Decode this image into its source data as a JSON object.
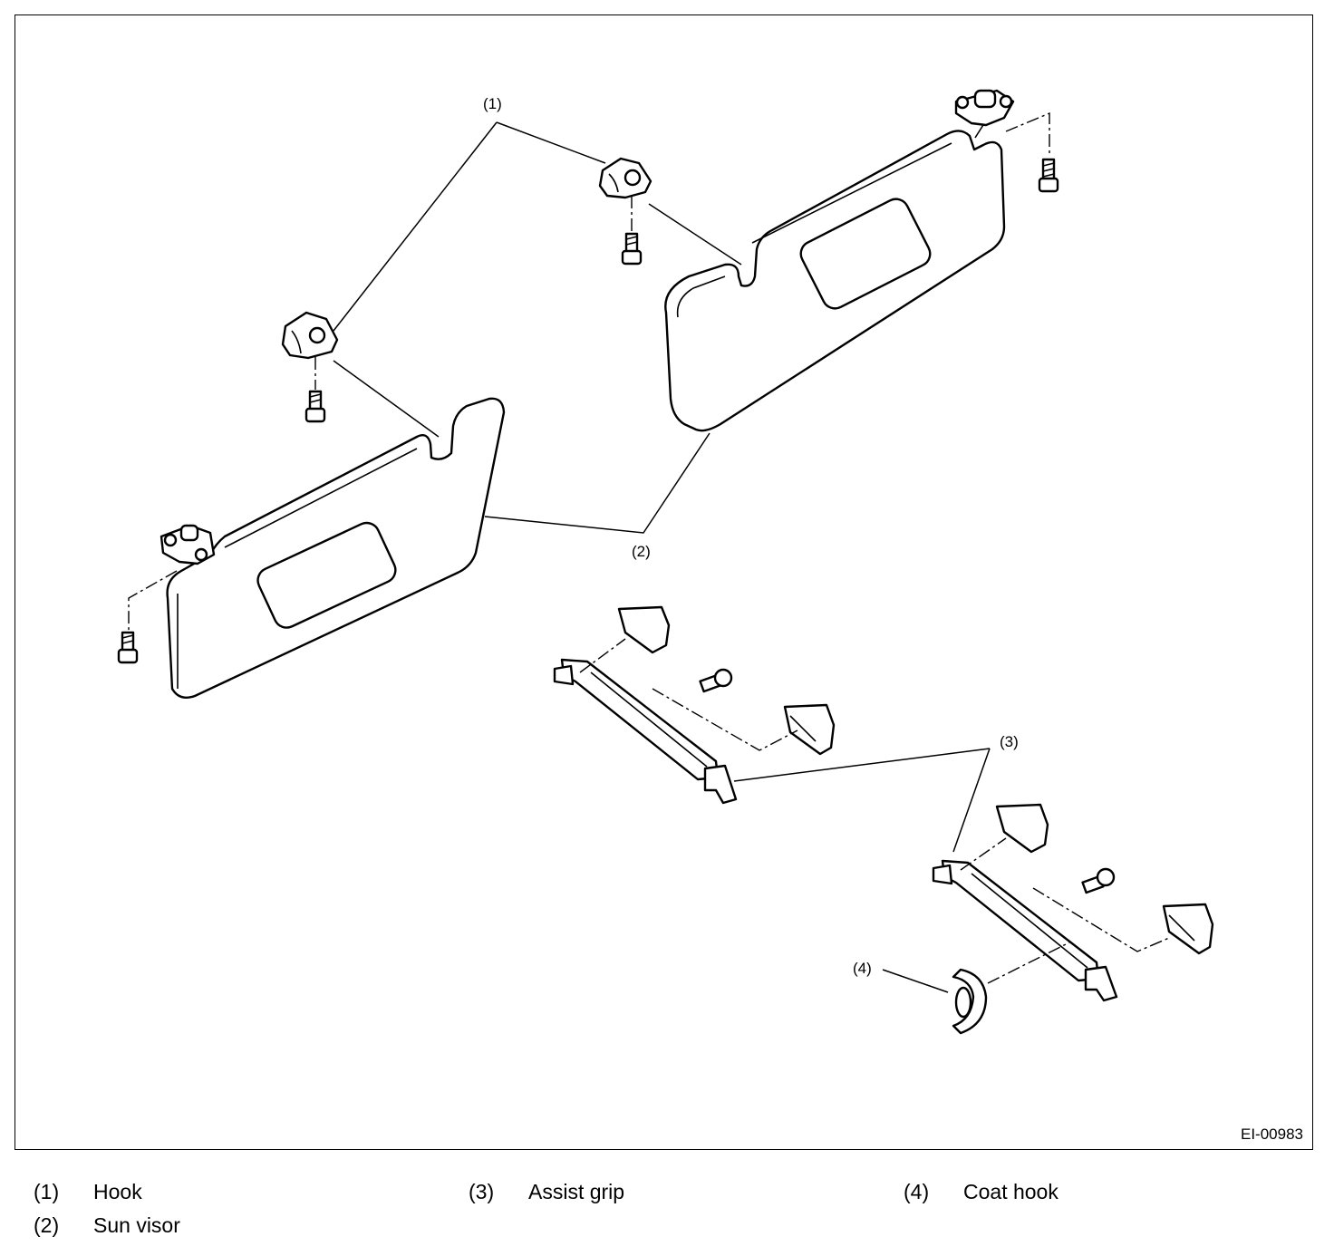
{
  "figure": {
    "code": "EI-00983",
    "callouts": {
      "c1": "(1)",
      "c2": "(2)",
      "c3": "(3)",
      "c4": "(4)"
    }
  },
  "legend": [
    {
      "num": "(1)",
      "label": "Hook"
    },
    {
      "num": "(2)",
      "label": "Sun visor"
    },
    {
      "num": "(3)",
      "label": "Assist grip"
    },
    {
      "num": "(4)",
      "label": "Coat hook"
    }
  ]
}
